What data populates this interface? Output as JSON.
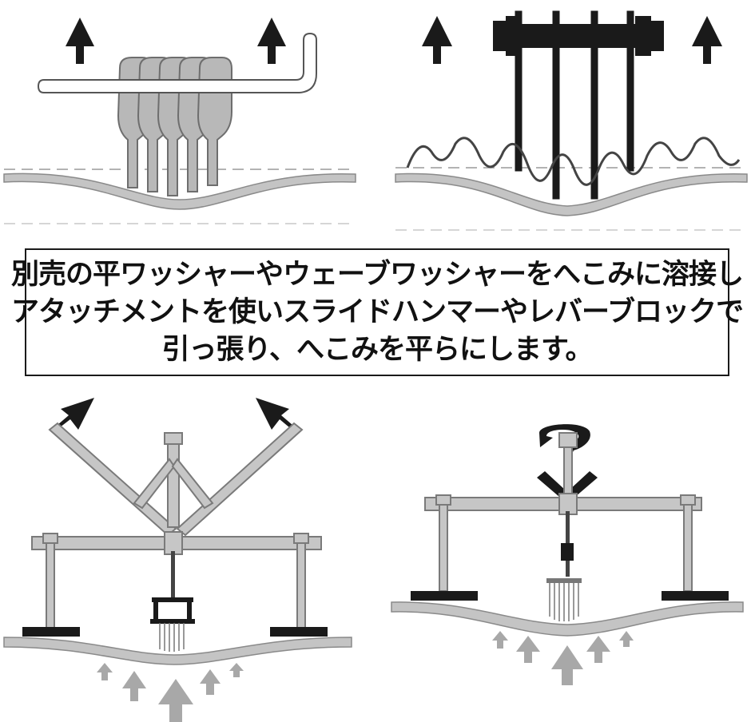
{
  "caption": {
    "line1": "別売の平ワッシャーやウェーブワッシャーをへこみに溶接し",
    "line2": "アタッチメントを使いスライドハンマーやレバーブロックで",
    "line3": "引っ張り、へこみを平らにします。"
  },
  "colors": {
    "arrow": "#1a1a1a",
    "metal": "#b9b9b9",
    "metal_dark": "#8a8a8a",
    "push_arrow": "#a8a8a8",
    "border": "#1a1a1a"
  },
  "panels": [
    {
      "name": "flat-washer-hook-panel",
      "icons": [
        "up-arrow-icon",
        "hook-attachment-icon",
        "rod-icon"
      ]
    },
    {
      "name": "wave-washer-lever-panel",
      "icons": [
        "up-arrow-icon",
        "lever-bar-icon",
        "wave-wire-icon"
      ]
    },
    {
      "name": "slide-hammer-bridge-panel",
      "icons": [
        "diagonal-arrow-icon",
        "pull-bridge-icon",
        "push-arrow-icon"
      ]
    },
    {
      "name": "screw-puller-bridge-panel",
      "icons": [
        "rotate-arrow-icon",
        "pull-bridge-icon",
        "push-arrow-icon"
      ]
    }
  ]
}
